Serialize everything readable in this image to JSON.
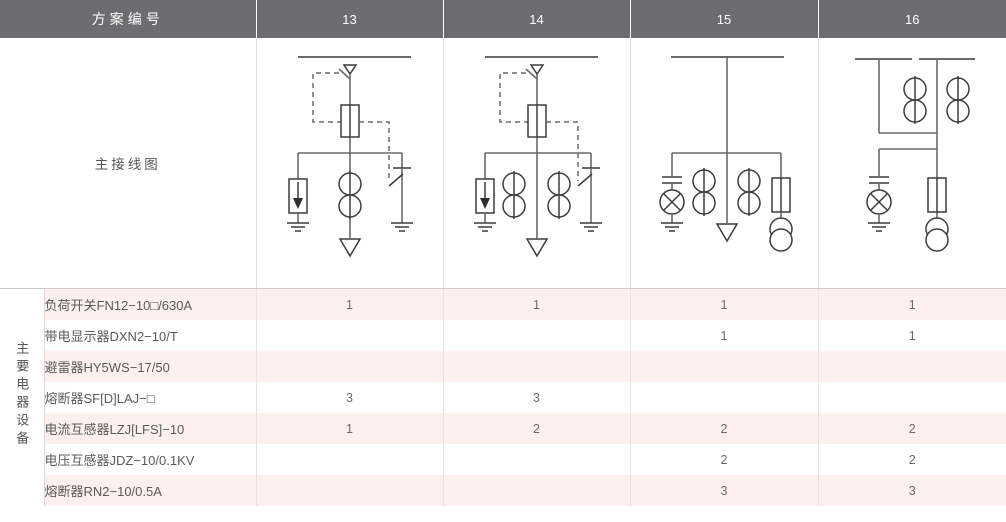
{
  "header": {
    "title": "方案编号",
    "columns": [
      "13",
      "14",
      "15",
      "16"
    ]
  },
  "diagram_row": {
    "label": "主接线图",
    "diagrams": [
      {
        "scheme": "13",
        "components": [
          "busbar",
          "load-switch",
          "fuse",
          "surge-arrester",
          "current-transformer",
          "earthing-switch",
          "outgoing-arrow"
        ]
      },
      {
        "scheme": "14",
        "components": [
          "busbar",
          "load-switch",
          "fuse",
          "surge-arrester",
          "current-transformer",
          "current-transformer",
          "earthing-switch",
          "outgoing-arrow"
        ]
      },
      {
        "scheme": "15",
        "components": [
          "busbar",
          "live-display",
          "current-transformer",
          "current-transformer",
          "fuse",
          "voltage-transformer",
          "outgoing-arrow"
        ]
      },
      {
        "scheme": "16",
        "components": [
          "busbar-split",
          "current-transformer",
          "current-transformer",
          "live-display",
          "fuse",
          "voltage-transformer"
        ]
      }
    ]
  },
  "equipment_section": {
    "vertical_label": "主要电器设备",
    "rows": [
      {
        "name": "负荷开关FN12−10□/630A",
        "values": [
          "1",
          "1",
          "1",
          "1"
        ]
      },
      {
        "name": "带电显示器DXN2−10/T",
        "values": [
          "",
          "",
          "1",
          "1"
        ]
      },
      {
        "name": "避雷器HY5WS−17/50",
        "values": [
          "",
          "",
          "",
          ""
        ]
      },
      {
        "name": "熔断器SF[D]LAJ−□",
        "values": [
          "3",
          "3",
          "",
          ""
        ]
      },
      {
        "name": "电流互感器LZJ[LFS]−10",
        "values": [
          "1",
          "2",
          "2",
          "2"
        ]
      },
      {
        "name": "电压互感器JDZ−10/0.1KV",
        "values": [
          "",
          "",
          "2",
          "2"
        ]
      },
      {
        "name": "熔断器RN2−10/0.5A",
        "values": [
          "",
          "",
          "3",
          "3"
        ]
      }
    ]
  },
  "colors": {
    "header_bg": "#6d6d71",
    "header_text": "#ffffff",
    "row_tint": "#fdf0ee",
    "row_plain": "#ffffff",
    "text": "#5a5a5a",
    "wire": "#6a6a6a",
    "symbol": "#3c3c3c"
  }
}
